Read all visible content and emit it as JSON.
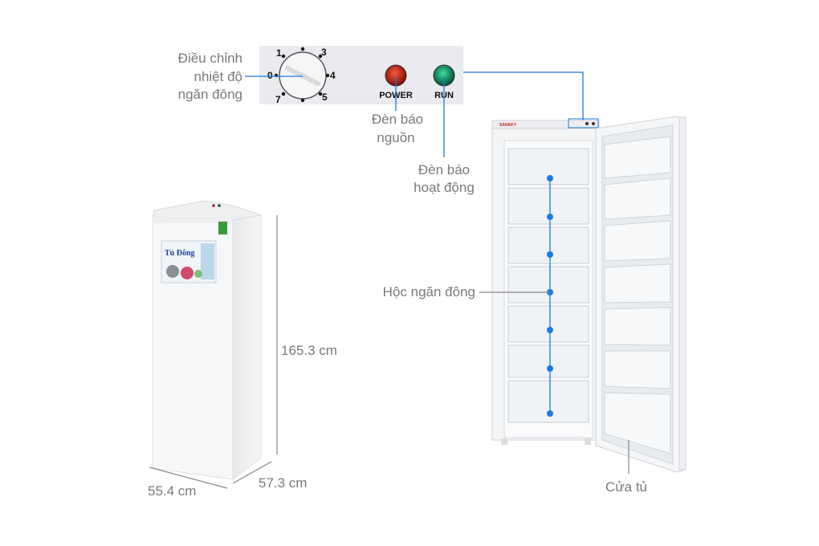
{
  "control_panel": {
    "dial_numbers": [
      "1",
      "3",
      "0",
      "4",
      "7",
      "5"
    ],
    "power_label": "POWER",
    "run_label": "RUN"
  },
  "callouts": {
    "temp_control": [
      "Điều chỉnh",
      "nhiệt độ",
      "ngăn đông"
    ],
    "power_light": [
      "Đèn báo",
      "nguồn"
    ],
    "run_light": [
      "Đèn báo",
      "hoạt động"
    ],
    "drawers": "Hộc ngăn đông",
    "door": "Cửa tủ"
  },
  "dimensions": {
    "height": "165.3 cm",
    "width": "55.4 cm",
    "depth": "57.3 cm"
  },
  "sticker": {
    "title": "Tủ Đông"
  },
  "colors": {
    "accent": "#1a7be0",
    "power": "#c0201a",
    "run": "#0f8a5a"
  }
}
